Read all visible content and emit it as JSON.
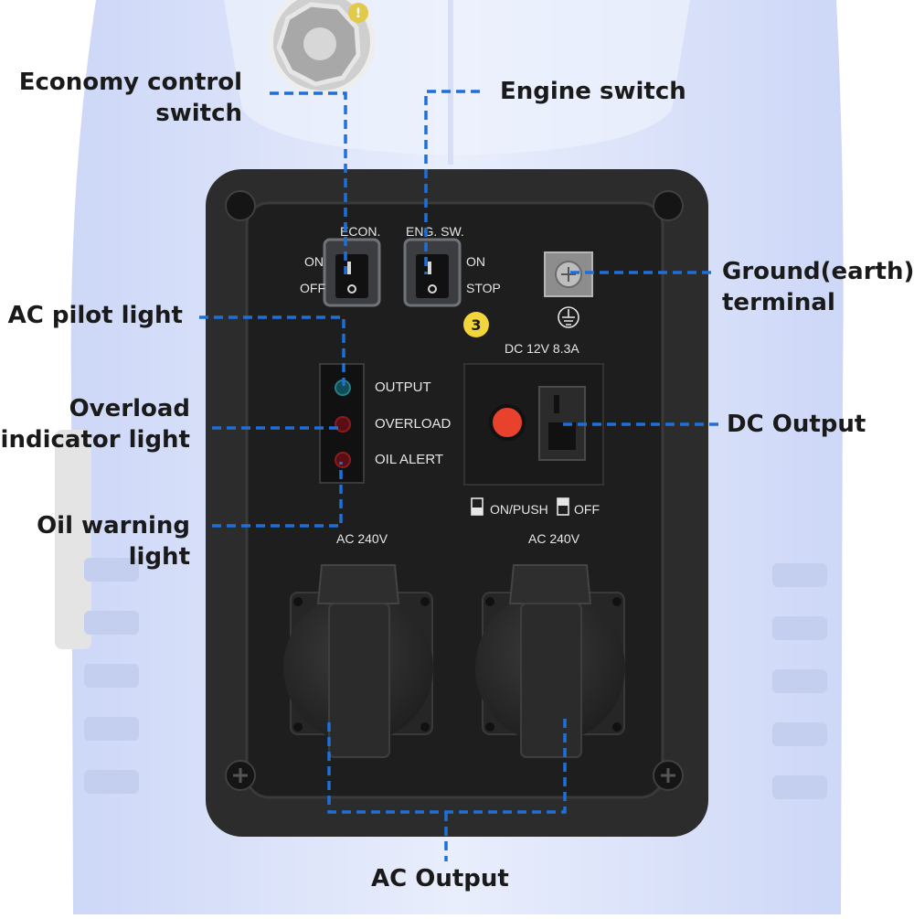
{
  "colors": {
    "leader": "#1f6fd6",
    "body": "#dde5fb",
    "panel": "#2a2a2a",
    "panel_inner": "#1c1c1c"
  },
  "callouts": {
    "economy_switch": {
      "line1": "Economy control",
      "line2": "switch"
    },
    "engine_switch": "Engine switch",
    "ground_terminal": {
      "line1": "Ground(earth)",
      "line2": "terminal"
    },
    "ac_pilot_light": "AC pilot light",
    "overload_light": {
      "line1": "Overload",
      "line2": "indicator light"
    },
    "oil_warning_light": {
      "line1": "Oil warning",
      "line2": "light"
    },
    "dc_output": "DC Output",
    "ac_output": "AC Output"
  },
  "panel_labels": {
    "econ": "ECON.",
    "eng_sw": "ENG. SW.",
    "on": "ON",
    "off": "OFF",
    "stop": "STOP",
    "output": "OUTPUT",
    "overload": "OVERLOAD",
    "oil_alert": "OIL  ALERT",
    "dc_rating": "DC 12V 8.3A",
    "on_push": "ON/PUSH",
    "off_dc": "OFF",
    "ac_left": "AC 240V",
    "ac_right": "AC 240V",
    "badge": "3",
    "econ_badge": "!"
  }
}
